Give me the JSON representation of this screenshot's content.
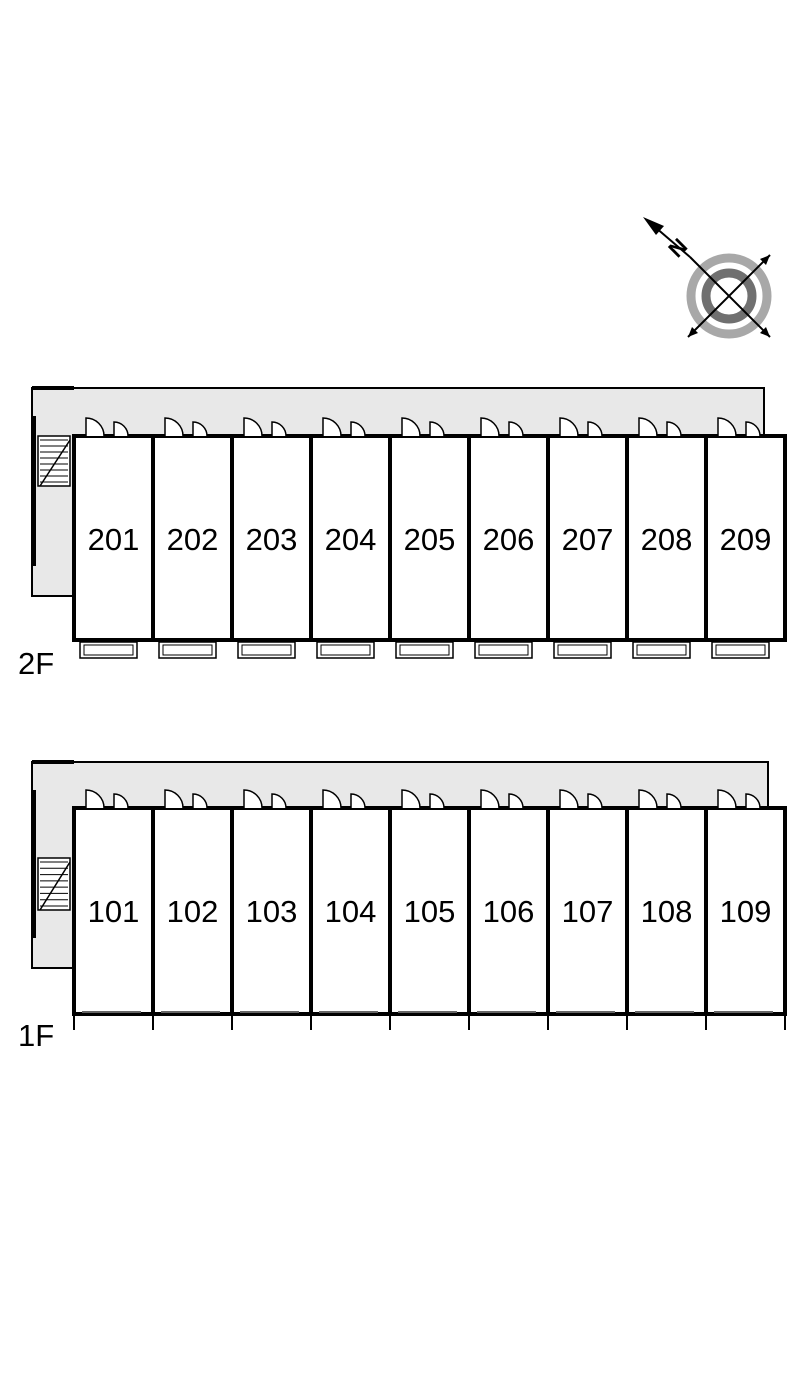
{
  "floors": [
    {
      "label": "2F",
      "units": [
        "201",
        "202",
        "203",
        "204",
        "205",
        "206",
        "207",
        "208",
        "209"
      ]
    },
    {
      "label": "1F",
      "units": [
        "101",
        "102",
        "103",
        "104",
        "105",
        "106",
        "107",
        "108",
        "109"
      ]
    }
  ],
  "compass": {
    "north_label": "N"
  },
  "colors": {
    "walkway": "#e8e8e8",
    "line": "#000000",
    "compass_ring": "#a8a8a8"
  }
}
